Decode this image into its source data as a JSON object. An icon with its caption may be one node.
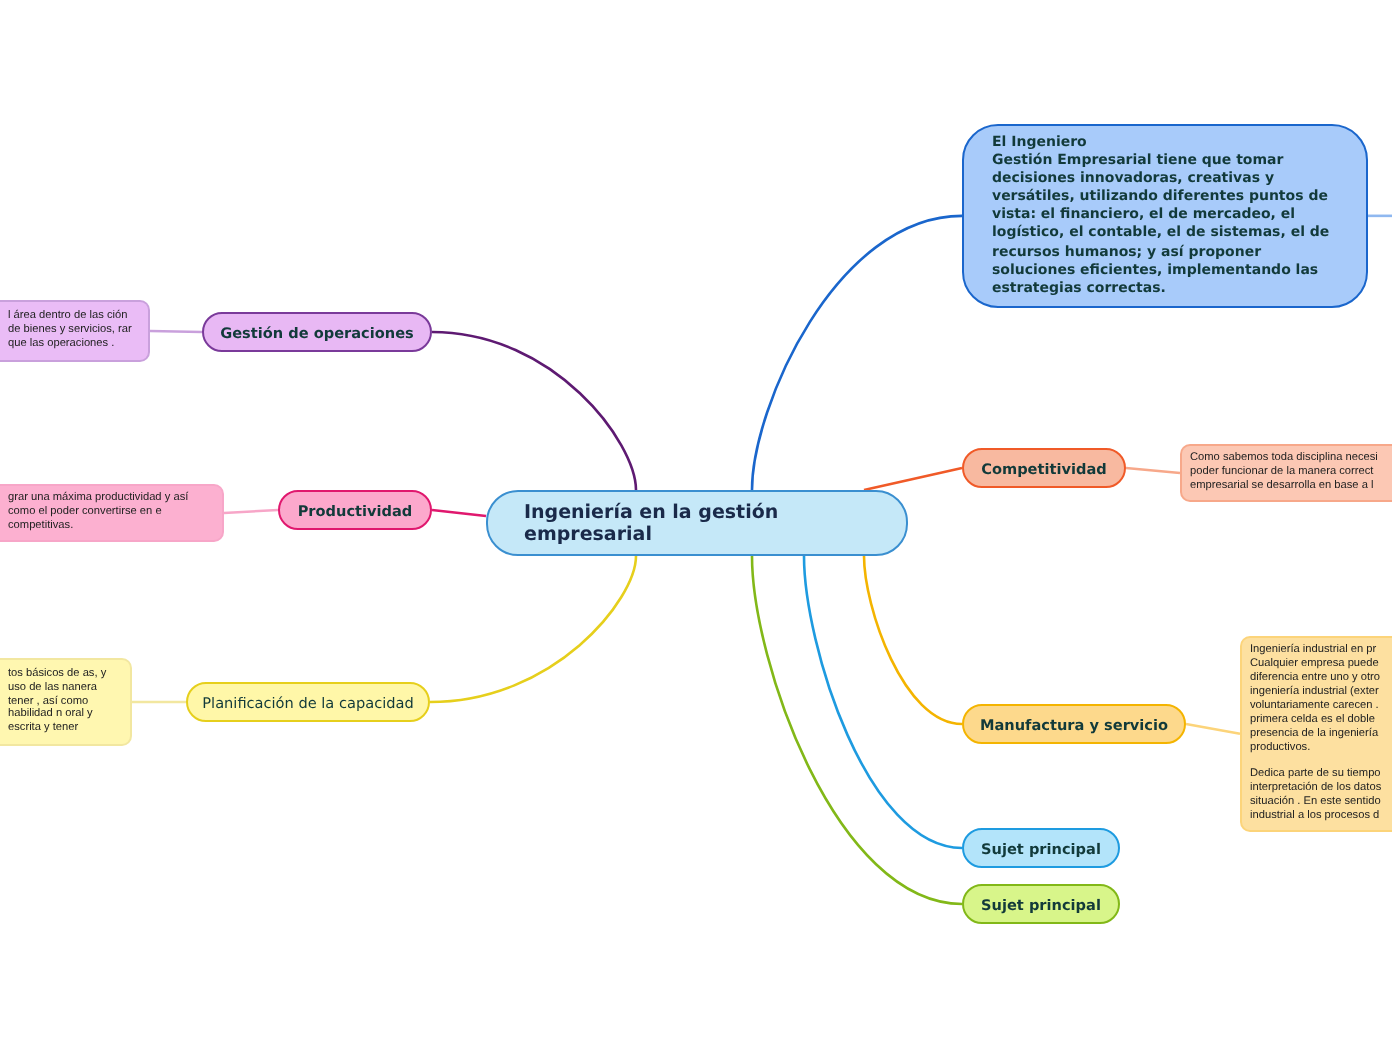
{
  "diagram": {
    "nodes": [
      {
        "text": [
          "Ingeniería en la gestión empresarial"
        ]
      },
      {
        "text": [
          "El Ingeniero",
          "Gestión Empresarial tiene que tomar decisiones innovadoras, creativas y versátiles, utilizando diferentes puntos de vista: el financiero, el de mercadeo, el logístico, el contable, el de sistemas, el de recursos humanos; y así proponer soluciones eficientes, implementando las estrategias correctas."
        ]
      },
      {
        "text": [
          "Competitividad"
        ]
      },
      {
        "text": [
          "Como sabemos toda disciplina necesi poder funcionar de la manera correct empresarial se desarrolla en base a l"
        ]
      },
      {
        "text": [
          "Manufactura y servicio"
        ]
      },
      {
        "text": [
          "Ingeniería industrial en pr Cualquier empresa puede diferencia entre uno y otro ingeniería industrial (exter voluntariamente carecen . primera celda es el doble presencia de la ingeniería productivos.",
          "Dedica parte de su tiempo interpretación de los datos situación . En este sentido industrial a los procesos d"
        ]
      },
      {
        "text": [
          "Sujet principal"
        ]
      },
      {
        "text": [
          "Sujet principal"
        ]
      },
      {
        "text": [
          "Gestión de operaciones"
        ]
      },
      {
        "text": [
          "l área dentro de las ción de bienes y servicios, rar que las operaciones ."
        ]
      },
      {
        "text": [
          "Productividad"
        ]
      },
      {
        "text": [
          "grar una máxima productividad y así como el poder convertirse en e competitivas."
        ]
      },
      {
        "text": [
          "Planificación de la capacidad"
        ]
      },
      {
        "text": [
          "tos básicos de as, y uso de las nanera tener , así como habilidad n oral y escrita y tener"
        ]
      }
    ],
    "edges": [
      {
        "from": 0,
        "to": 1,
        "arrow": "none",
        "color": "#1a66cc"
      },
      {
        "from": 0,
        "to": 2,
        "arrow": "none",
        "color": "#f05a28"
      },
      {
        "from": 0,
        "to": 4,
        "arrow": "none",
        "color": "#f4b400"
      },
      {
        "from": 0,
        "to": 6,
        "arrow": "none",
        "color": "#1e9be0"
      },
      {
        "from": 0,
        "to": 7,
        "arrow": "none",
        "color": "#82b818"
      },
      {
        "from": 0,
        "to": 8,
        "arrow": "none",
        "color": "#5e1a72"
      },
      {
        "from": 0,
        "to": 10,
        "arrow": "none",
        "color": "#e0186e"
      },
      {
        "from": 0,
        "to": 12,
        "arrow": "none",
        "color": "#e6cf1c"
      },
      {
        "from": 1,
        "to": null,
        "arrow": "none",
        "color": "#8fb8f0"
      },
      {
        "from": 2,
        "to": 3,
        "arrow": "none",
        "color": "#f7a88a"
      },
      {
        "from": 4,
        "to": 5,
        "arrow": "none",
        "color": "#fcd47a"
      },
      {
        "from": 8,
        "to": 9,
        "arrow": "none",
        "color": "#c9a0dc"
      },
      {
        "from": 10,
        "to": 11,
        "arrow": "none",
        "color": "#f7a6c8"
      },
      {
        "from": 12,
        "to": 13,
        "arrow": "none",
        "color": "#f2e7a0"
      }
    ]
  }
}
